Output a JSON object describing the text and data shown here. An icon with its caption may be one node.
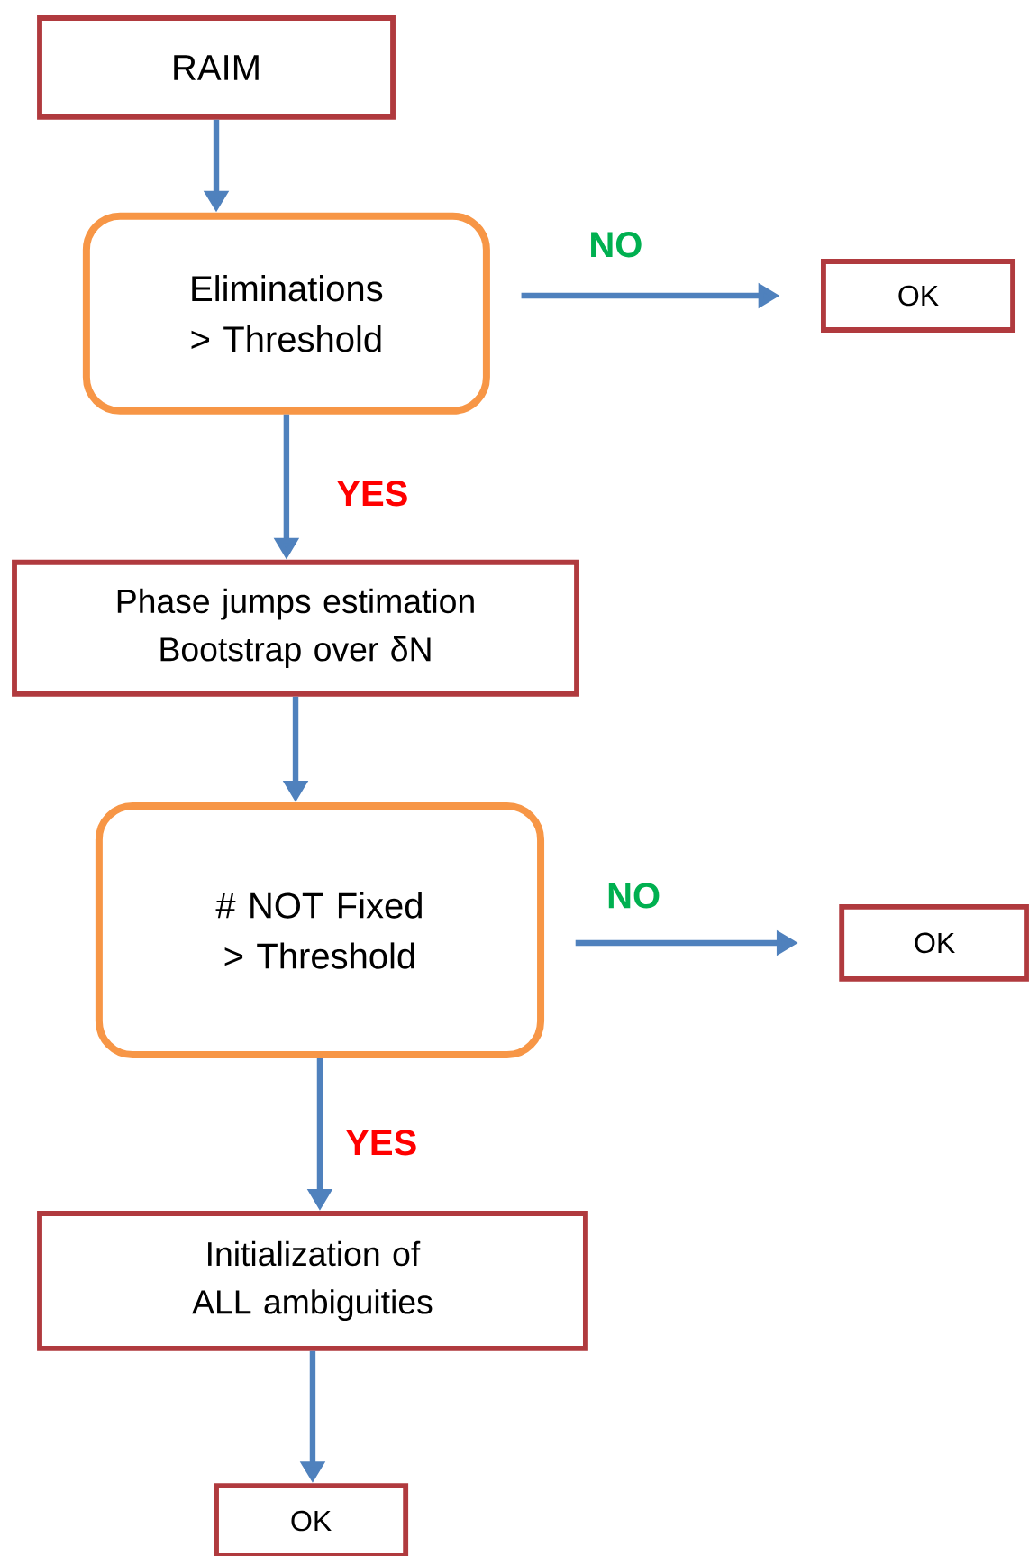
{
  "diagram": {
    "nodes": [
      {
        "text": [
          "RAIM"
        ]
      },
      {
        "text": [
          "Eliminations > Threshold"
        ]
      },
      {
        "text": [
          "OK"
        ]
      },
      {
        "text": [
          "Phase jumps  estimation Bootstrap over δN"
        ]
      },
      {
        "text": [
          "# NOT Fixed > Threshold"
        ]
      },
      {
        "text": [
          "OK"
        ]
      },
      {
        "text": [
          "Initialization  of ALL ambiguities"
        ]
      },
      {
        "text": [
          "OK"
        ]
      }
    ],
    "edges": [
      {
        "from": 0,
        "to": 1,
        "arrow": "to"
      },
      {
        "from": 1,
        "to": 2,
        "arrow": "to",
        "label": "NO"
      },
      {
        "from": 1,
        "to": 3,
        "arrow": "to",
        "label": "YES"
      },
      {
        "from": 3,
        "to": 4,
        "arrow": "to"
      },
      {
        "from": 4,
        "to": 5,
        "arrow": "to",
        "label": "NO"
      },
      {
        "from": 4,
        "to": 6,
        "arrow": "to",
        "label": "YES"
      },
      {
        "from": 6,
        "to": 7,
        "arrow": "to"
      }
    ]
  }
}
